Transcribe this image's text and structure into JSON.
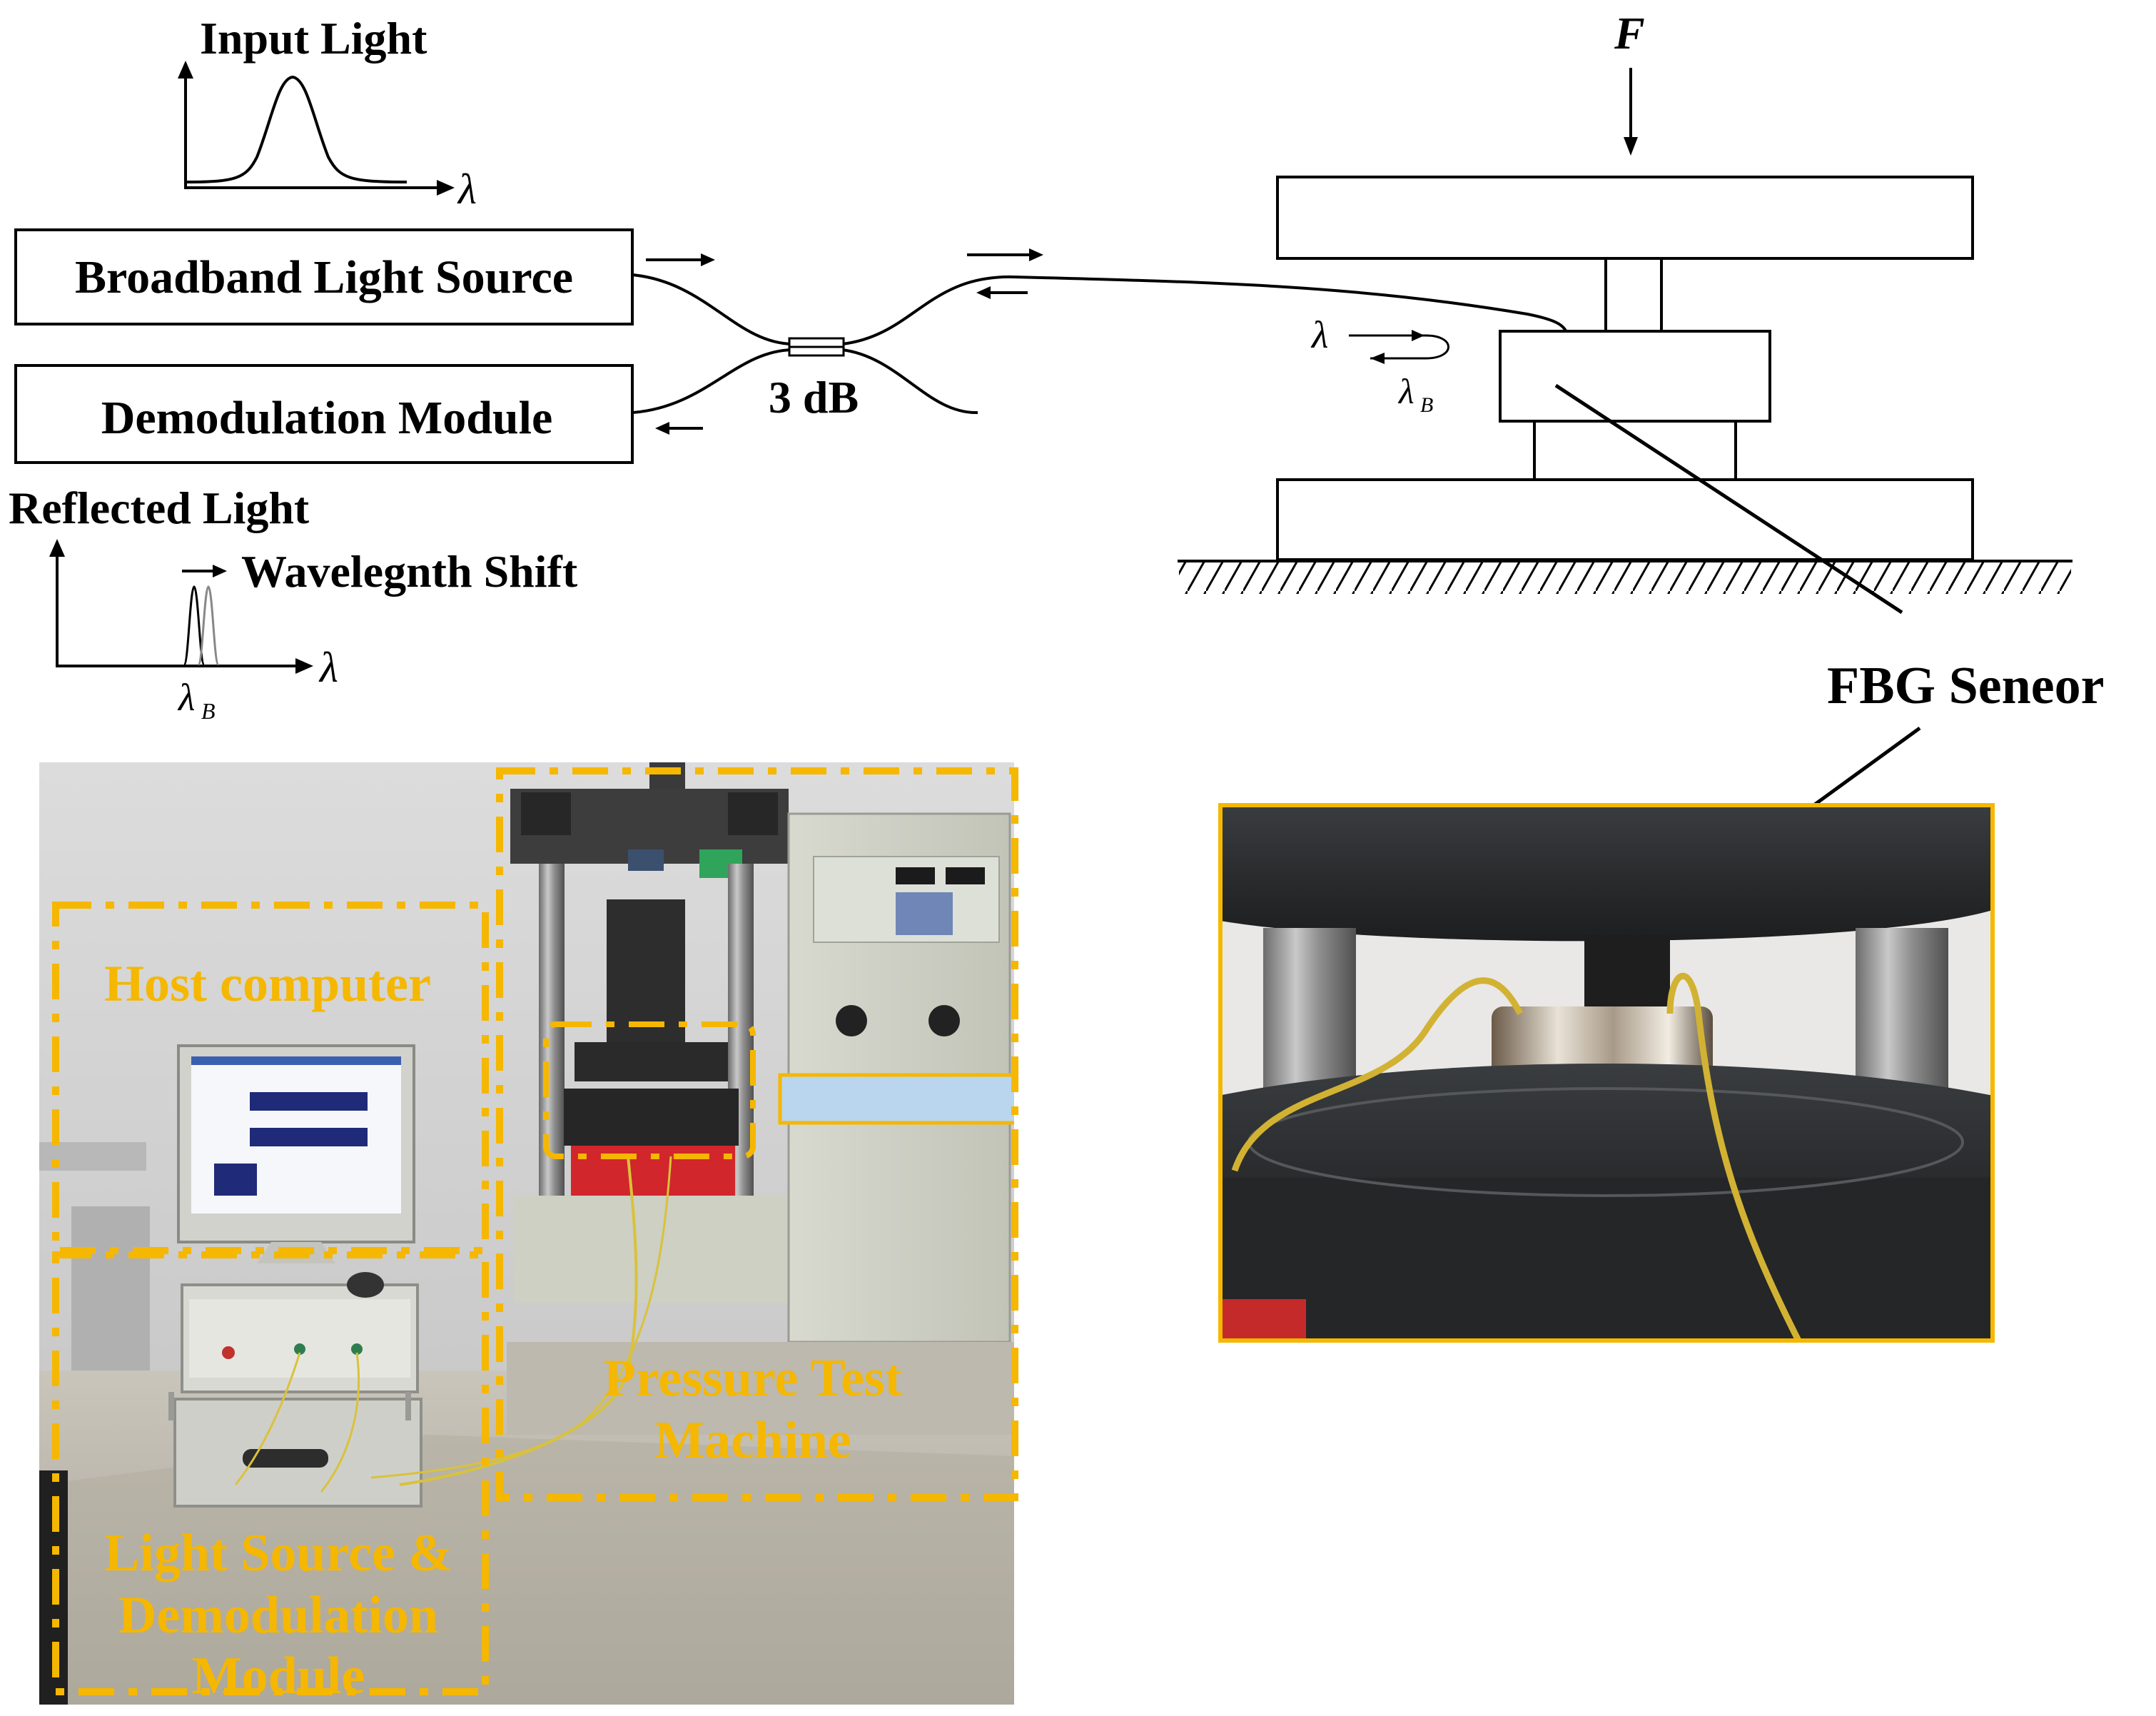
{
  "diagram": {
    "input_spectrum": {
      "title": "Input Light",
      "axis_symbol": "λ"
    },
    "blocks": {
      "source": "Broadband Light Source",
      "demod": "Demodulation Module"
    },
    "coupler_label": "3 dB",
    "reflected_spectrum": {
      "title": "Reflected Light",
      "shift_label": "Wavelegnth Shift",
      "axis_symbol": "λ",
      "bragg_symbol": "λ",
      "bragg_subscript": "B"
    },
    "press": {
      "force_label": "F",
      "incident_symbol": "λ",
      "reflected_symbol": "λ",
      "reflected_subscript": "B"
    },
    "sensor_callout": "FBG Seneor"
  },
  "photo_labels": {
    "host": "Host computer",
    "machine_line1": "Pressure Test",
    "machine_line2": "Machine",
    "source_line1": "Light Source &",
    "source_line2": "Demodulation",
    "source_line3": "Module"
  },
  "colors": {
    "line": "#000000",
    "highlight": "#f5b700",
    "arrow_fill": "#b9d6ee",
    "arrow_stroke": "#f5b700"
  }
}
